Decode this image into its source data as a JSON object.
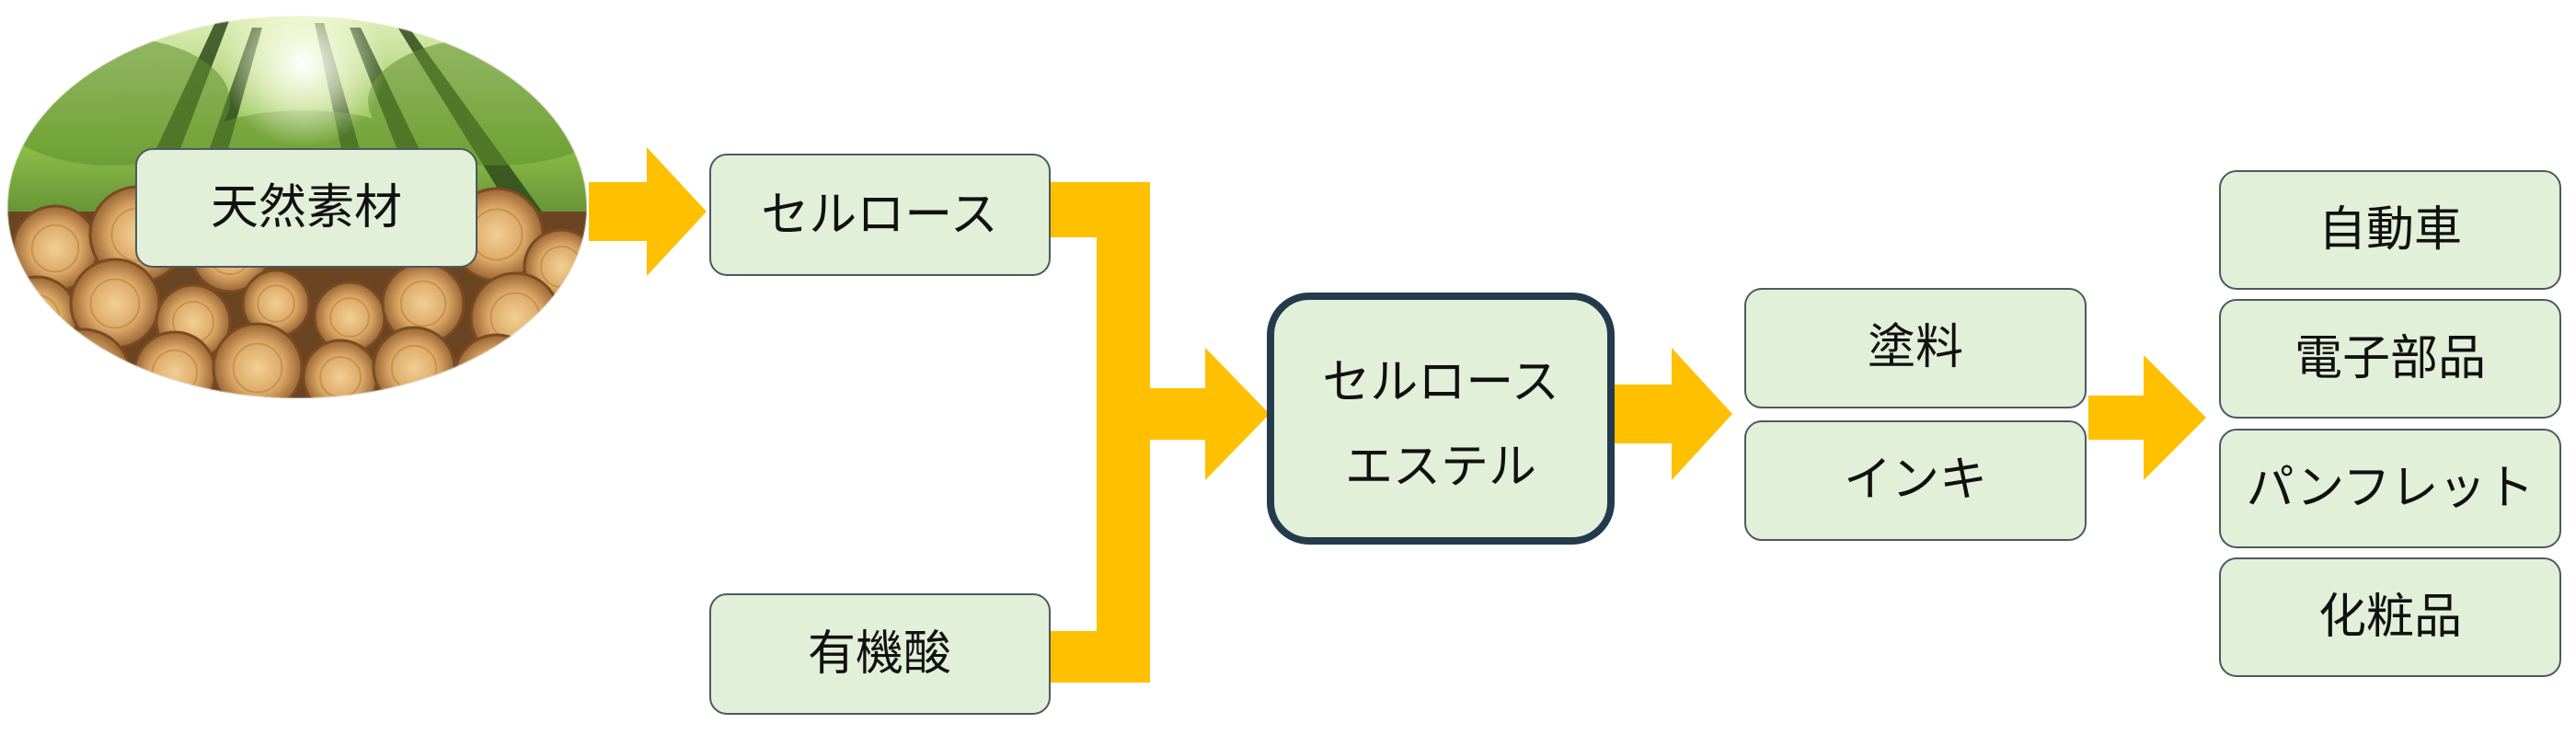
{
  "colors": {
    "arrow": "#ffc000",
    "box_fill": "#e2efd9",
    "box_border": "#4d5a5f",
    "central_border": "#243b4d"
  },
  "image": {
    "subject": "forest-and-log-pile-photo"
  },
  "nodes": {
    "natural_material": "天然素材",
    "cellulose": "セルロース",
    "organic_acid": "有機酸",
    "cellulose_ester_line1": "セルロース",
    "cellulose_ester_line2": "エステル",
    "paint": "塗料",
    "ink": "インキ",
    "automobile": "自動車",
    "electronic_parts": "電子部品",
    "pamphlet": "パンフレット",
    "cosmetics": "化粧品"
  }
}
